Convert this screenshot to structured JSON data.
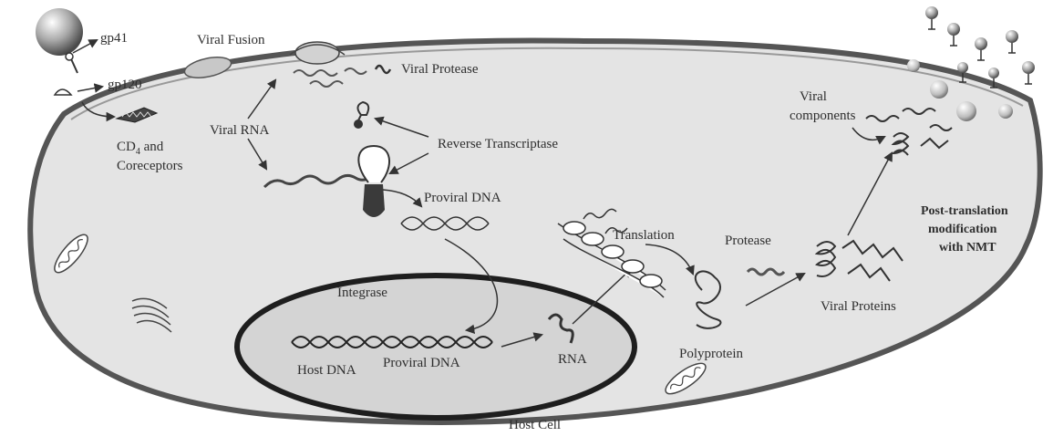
{
  "labels": {
    "gp41": "gp41",
    "gp120": "gp120",
    "viral_fusion": "Viral Fusion",
    "viral_protease": "Viral Protease",
    "viral_rna": "Viral RNA",
    "reverse_transcriptase": "Reverse Transcriptase",
    "cd4_main": "CD",
    "cd4_subscript": "4",
    "cd4_suffix": " and",
    "coreceptors": "Coreceptors",
    "proviral_dna_top": "Proviral DNA",
    "translation": "Translation",
    "protease": "Protease",
    "viral_components_1": "Viral",
    "viral_components_2": "components",
    "post_translation_1": "Post-translation",
    "post_translation_2": "modification",
    "post_translation_3": "with NMT",
    "integrase": "Integrase",
    "host_dna": "Host DNA",
    "proviral_dna_nucleus": "Proviral DNA",
    "rna": "RNA",
    "polyprotein": "Polyprotein",
    "viral_proteins": "Viral Proteins",
    "host_cell": "Host Cell"
  },
  "colors": {
    "cell_interior": "#e4e4e4",
    "cell_membrane": "#555555",
    "nucleus_fill": "#d4d4d4",
    "nucleus_border": "#1e1e1e",
    "ink": "#333333",
    "sphere_dark": "#6a6a6a"
  }
}
